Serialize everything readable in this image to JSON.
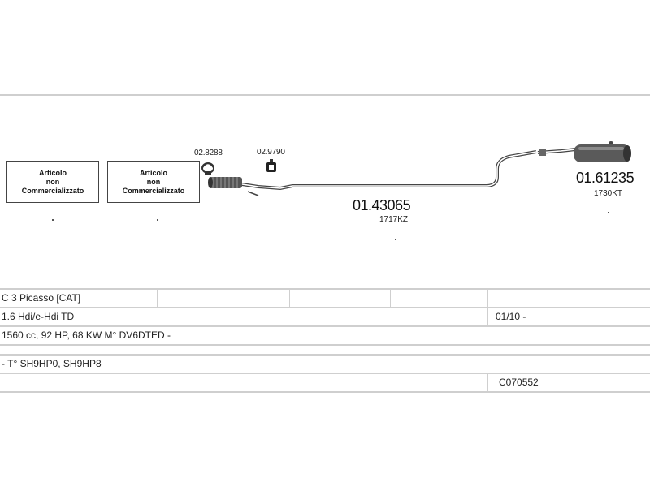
{
  "diagram": {
    "boxes": [
      {
        "lines": [
          "Articolo",
          "non",
          "Commercializzato"
        ]
      },
      {
        "lines": [
          "Articolo",
          "non",
          "Commercializzato"
        ]
      }
    ],
    "clamp_code": "02.8288",
    "hanger_code": "02.9790",
    "middle_part": {
      "code": "01.43065",
      "ref": "1717KZ"
    },
    "rear_part": {
      "code": "01.61235",
      "ref": "1730KT"
    }
  },
  "vehicle": {
    "model": "C 3 Picasso  [CAT]",
    "engine": "1.6 Hdi/e-Hdi TD",
    "date_range": "01/10 -",
    "specs": "1560 cc, 92 HP, 68 KW M° DV6DTED -",
    "type_codes": "- T° SH9HP0, SH9HP8",
    "catalog_code": "C070552"
  }
}
